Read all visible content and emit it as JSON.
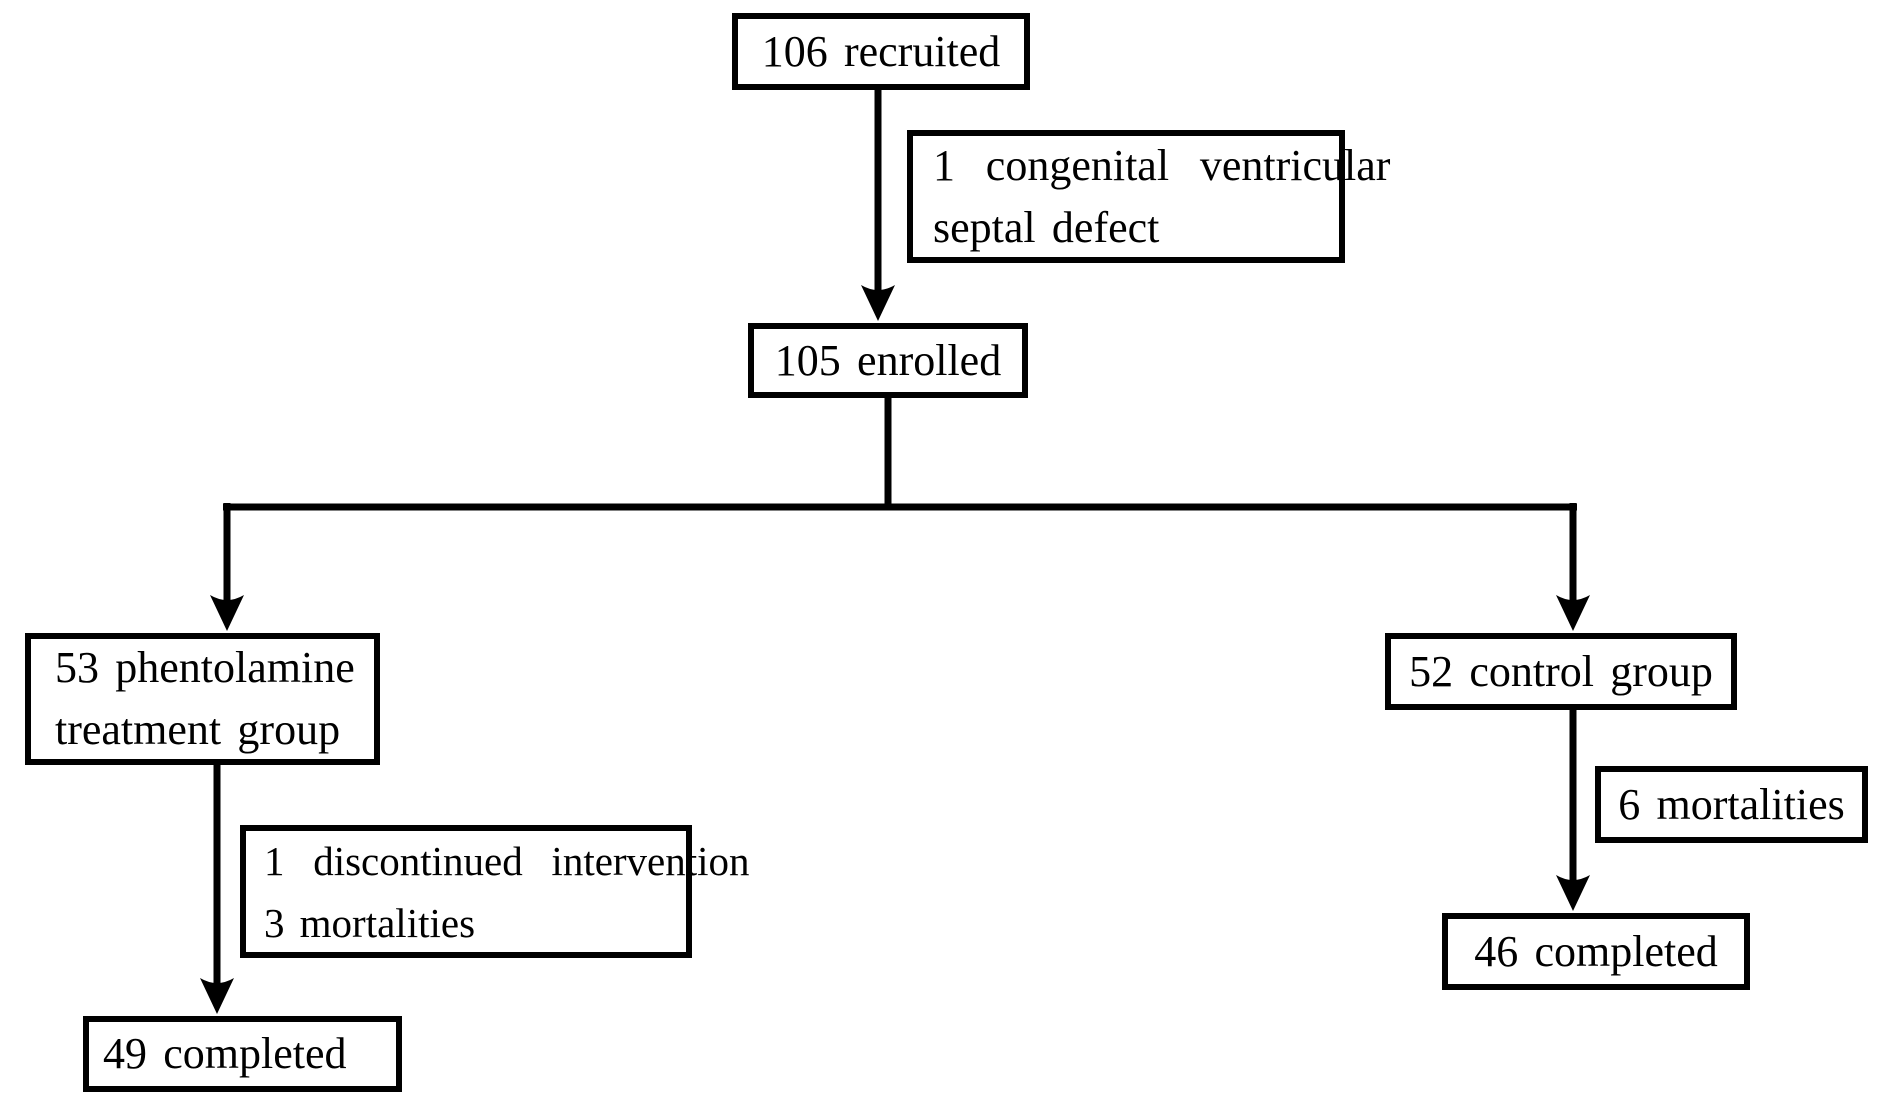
{
  "diagram_type": "flowchart",
  "colors": {
    "ink": "#000000",
    "background": "#ffffff"
  },
  "nodes": {
    "recruited": {
      "text": "106 recruited"
    },
    "exclusion_top": {
      "line1": "1 congenital ventricular",
      "line2": "septal defect"
    },
    "enrolled": {
      "text": "105 enrolled"
    },
    "treatment_group": {
      "line1": "53 phentolamine",
      "line2": "treatment group"
    },
    "control_group": {
      "text": "52 control group"
    },
    "treatment_exclusion": {
      "line1": "1 discontinued intervention",
      "line2": "3 mortalities"
    },
    "control_exclusion": {
      "text": "6 mortalities"
    },
    "treatment_completed": {
      "text": "49 completed"
    },
    "control_completed": {
      "text": "46 completed"
    }
  }
}
